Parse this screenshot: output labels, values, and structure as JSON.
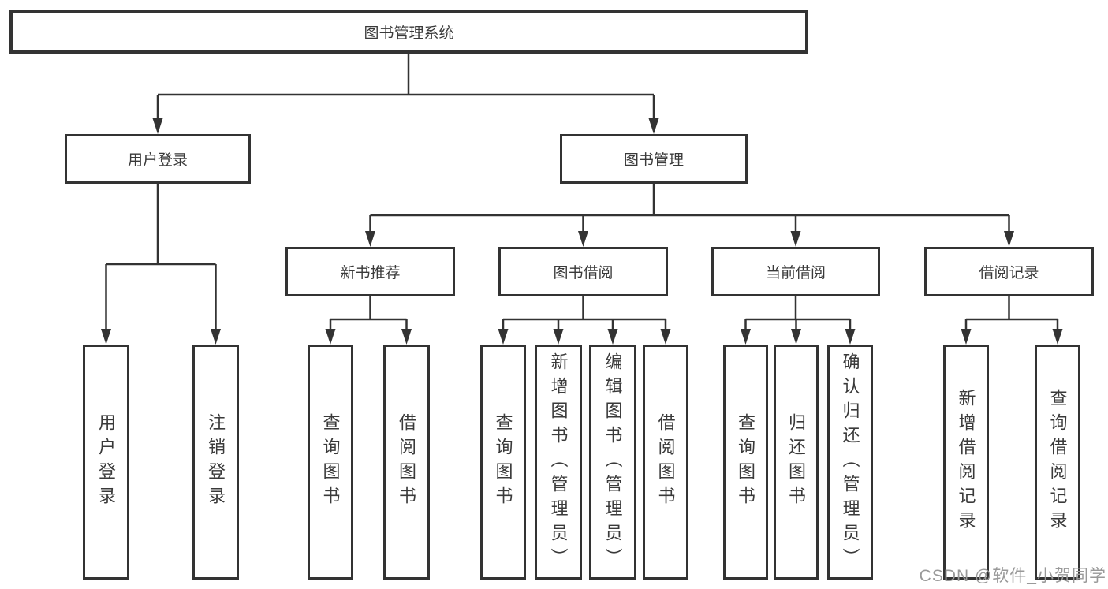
{
  "diagram": {
    "root": "图书管理系统",
    "user_login": {
      "label": "用户登录",
      "children": [
        "用户登录",
        "注销登录"
      ]
    },
    "book_mgmt": {
      "label": "图书管理",
      "sections": [
        {
          "label": "新书推荐",
          "children": [
            "查询图书",
            "借阅图书"
          ]
        },
        {
          "label": "图书借阅",
          "children": [
            "查询图书",
            "新增图书（管理员）",
            "编辑图书（管理员）",
            "借阅图书"
          ]
        },
        {
          "label": "当前借阅",
          "children": [
            "查询图书",
            "归还图书",
            "确认归还（管理员）"
          ]
        },
        {
          "label": "借阅记录",
          "children": [
            "新增借阅记录",
            "查询借阅记录"
          ]
        }
      ]
    }
  },
  "watermark": "CSDN @软件_小贺同学",
  "colors": {
    "line": "#333333",
    "text": "#3a3a3a",
    "watermark": "#999999",
    "background": "#ffffff"
  }
}
